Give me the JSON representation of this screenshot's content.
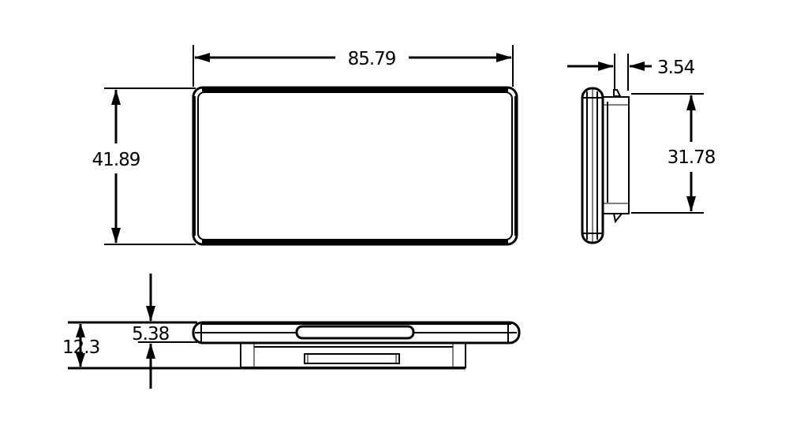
{
  "drawing": {
    "type": "orthographic-dimension-drawing",
    "background": "#ffffff",
    "line_color": "#000000",
    "views": {
      "front": {
        "label": "front-view",
        "dimensions": {
          "width": "85.79",
          "height": "41.89"
        }
      },
      "side": {
        "label": "side-view",
        "dimensions": {
          "lip": "3.54",
          "body_height": "31.78"
        }
      },
      "bottom": {
        "label": "bottom-view",
        "dimensions": {
          "bezel_thickness": "5.38",
          "total_depth": "12.3"
        }
      }
    }
  }
}
